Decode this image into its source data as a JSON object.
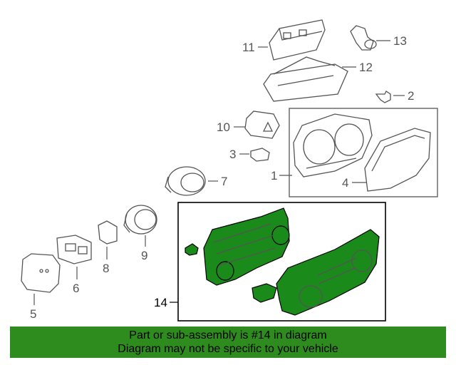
{
  "callouts": {
    "c1": "1",
    "c2": "2",
    "c3": "3",
    "c4": "4",
    "c5": "5",
    "c6": "6",
    "c7": "7",
    "c8": "8",
    "c9": "9",
    "c10": "10",
    "c11": "11",
    "c12": "12",
    "c13": "13",
    "c14": "14"
  },
  "banner": {
    "line1": "Part or sub-assembly is #14 in diagram",
    "line2": "Diagram may not be specific to your vehicle"
  },
  "colors": {
    "highlight": "#1a8a1a",
    "banner": "#2e8b1e",
    "linework": "#555555"
  }
}
